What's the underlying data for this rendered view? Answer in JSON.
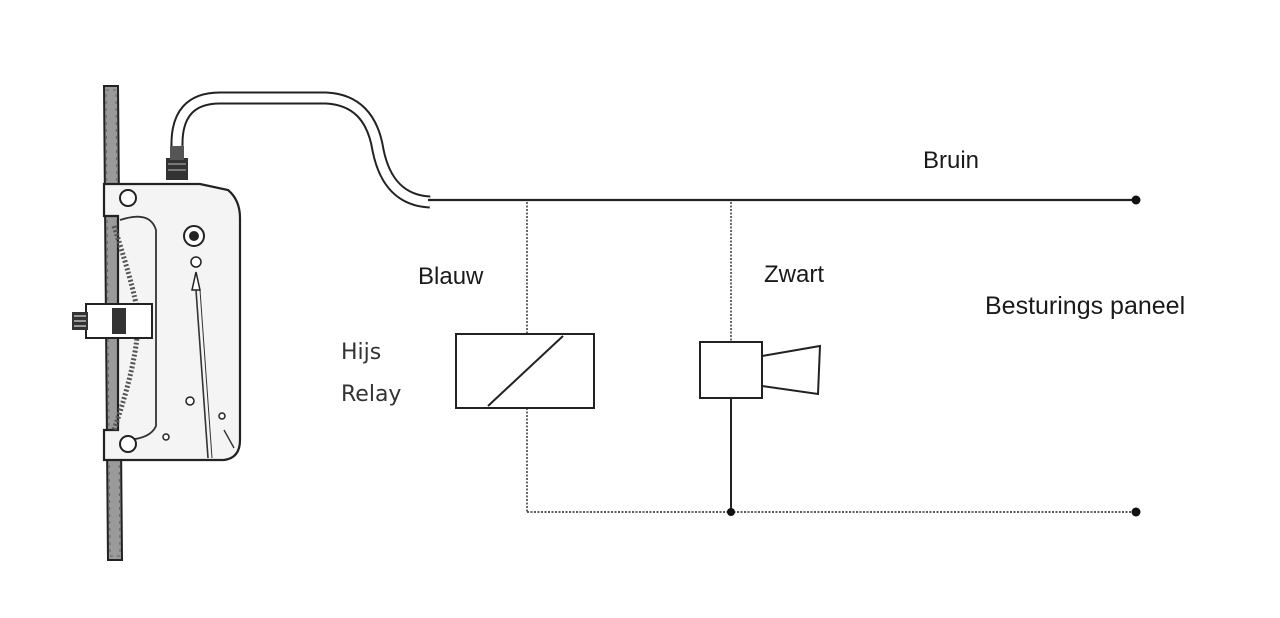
{
  "labels": {
    "bruin": "Bruin",
    "blauw": "Blauw",
    "zwart": "Zwart",
    "hijs": "Hijs",
    "relay": "Relay",
    "besturings_paneel": "Besturings paneel"
  }
}
